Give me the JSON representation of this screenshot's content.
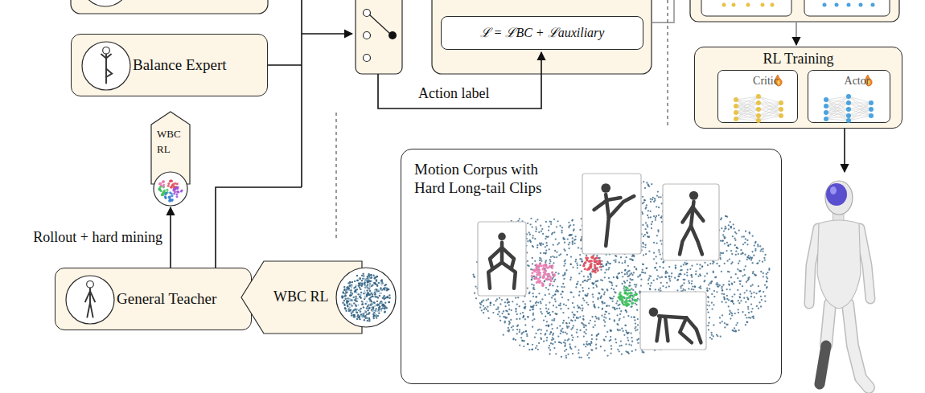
{
  "diagram": {
    "nodes": [
      {
        "text": [
          "Balance Expert"
        ]
      },
      {
        "text": [
          "WBC RL"
        ]
      },
      {
        "text": [
          "General Teacher"
        ]
      },
      {
        "text": [
          "WBC RL"
        ]
      },
      {
        "text": [
          "ℒ = ℒBC + ℒauxiliary"
        ]
      },
      {
        "text": [
          "RL Training"
        ]
      },
      {
        "text": [
          "Critic"
        ],
        "in": 5
      },
      {
        "text": [
          "Actor"
        ],
        "in": 5
      },
      {
        "text": [
          "Motion Corpus with Hard Long-tail Clips"
        ]
      }
    ],
    "edges": [
      {
        "from": 2,
        "to": 1,
        "label": "Rollout + hard mining",
        "arrow": "to"
      }
    ],
    "labels": [
      "Action label"
    ]
  }
}
